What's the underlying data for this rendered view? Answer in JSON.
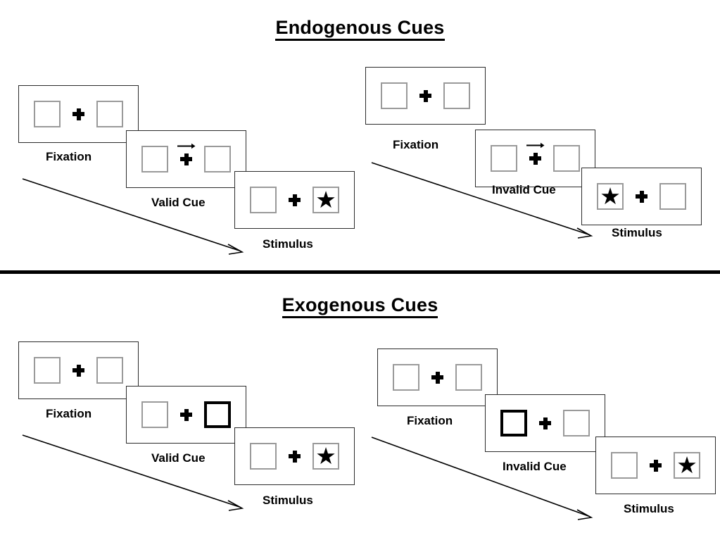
{
  "figure": {
    "background": "#ffffff",
    "box_border_color": "#9a9a9a",
    "cue_highlight_color": "#000000",
    "panel_border_color": "#2b2b2b",
    "star_glyph": "★"
  },
  "sections": [
    {
      "id": "endogenous",
      "title": "Endogenous Cues",
      "sequences": [
        {
          "id": "endogenous-valid",
          "validity": "valid",
          "steps": [
            {
              "label": "Fixation",
              "left_box": "empty",
              "right_box": "empty",
              "cue": "none"
            },
            {
              "label": "Valid Cue",
              "left_box": "empty",
              "right_box": "empty",
              "cue": "arrow-right"
            },
            {
              "label": "Stimulus",
              "left_box": "empty",
              "right_box": "star",
              "cue": "none"
            }
          ]
        },
        {
          "id": "endogenous-invalid",
          "validity": "invalid",
          "steps": [
            {
              "label": "Fixation",
              "left_box": "empty",
              "right_box": "empty",
              "cue": "none"
            },
            {
              "label": "Invalid Cue",
              "left_box": "empty",
              "right_box": "empty",
              "cue": "arrow-right"
            },
            {
              "label": "Stimulus",
              "left_box": "star",
              "right_box": "empty",
              "cue": "none"
            }
          ]
        }
      ]
    },
    {
      "id": "exogenous",
      "title": "Exogenous Cues",
      "sequences": [
        {
          "id": "exogenous-valid",
          "validity": "valid",
          "steps": [
            {
              "label": "Fixation",
              "left_box": "empty",
              "right_box": "empty",
              "cue": "none"
            },
            {
              "label": "Valid Cue",
              "left_box": "empty",
              "right_box": "highlight",
              "cue": "none"
            },
            {
              "label": "Stimulus",
              "left_box": "empty",
              "right_box": "star",
              "cue": "none"
            }
          ]
        },
        {
          "id": "exogenous-invalid",
          "validity": "invalid",
          "steps": [
            {
              "label": "Fixation",
              "left_box": "empty",
              "right_box": "empty",
              "cue": "none"
            },
            {
              "label": "Invalid Cue",
              "left_box": "highlight",
              "right_box": "empty",
              "cue": "none"
            },
            {
              "label": "Stimulus",
              "left_box": "empty",
              "right_box": "star",
              "cue": "none"
            }
          ]
        }
      ]
    }
  ]
}
